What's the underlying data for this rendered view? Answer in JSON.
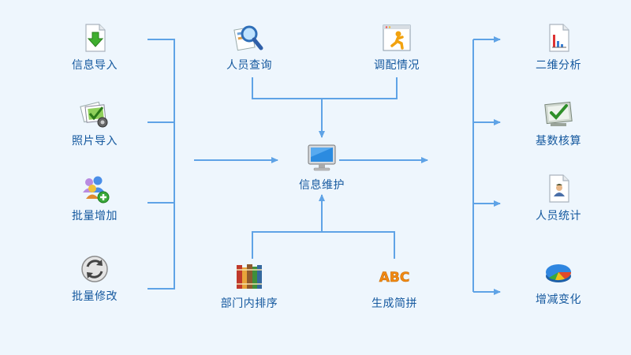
{
  "app": {
    "accent": "#5fa3e6",
    "label_color": "#14589e",
    "background": "#eef6fd"
  },
  "left": [
    {
      "label": "信息导入",
      "icon": "import-arrow-icon"
    },
    {
      "label": "照片导入",
      "icon": "photo-import-icon"
    },
    {
      "label": "批量增加",
      "icon": "batch-add-users-icon"
    },
    {
      "label": "批量修改",
      "icon": "refresh-icon"
    }
  ],
  "top": [
    {
      "label": "人员查询",
      "icon": "magnifier-icon"
    },
    {
      "label": "调配情况",
      "icon": "transfer-person-icon"
    }
  ],
  "center": {
    "label": "信息维护",
    "icon": "monitor-icon"
  },
  "bottom": [
    {
      "label": "部门内排序",
      "icon": "books-icon"
    },
    {
      "label": "生成简拼",
      "icon": "abc-icon",
      "icon_text": "ABC"
    }
  ],
  "right": [
    {
      "label": "二维分析",
      "icon": "bar-chart-doc-icon"
    },
    {
      "label": "基数核算",
      "icon": "check-board-icon"
    },
    {
      "label": "人员统计",
      "icon": "person-doc-icon"
    },
    {
      "label": "增减变化",
      "icon": "pie-chart-icon"
    }
  ]
}
